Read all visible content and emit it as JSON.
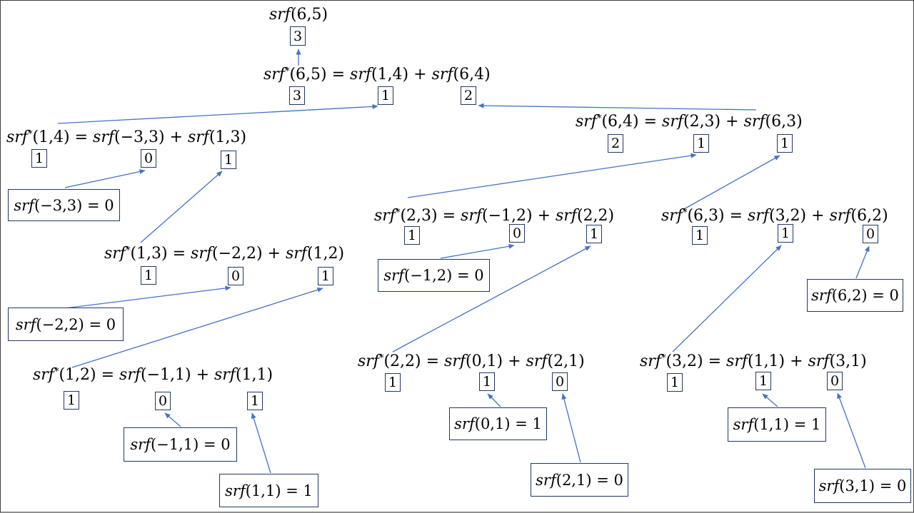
{
  "diagram": {
    "description": "Recursion tree of srf function evaluations",
    "colors": {
      "arrow": "#4472C4",
      "box_border": "#1F3864",
      "background": "#FFFFFF",
      "frame_border": "#3F3F3F"
    }
  },
  "nodes": {
    "root_label": {
      "text": "srf(6,5)",
      "value": "3"
    },
    "eq_6_5": {
      "text": "srf*(6,5) = srf(1,4) + srf(6,4)",
      "v1": "3",
      "v2": "1",
      "v3": "2"
    },
    "eq_1_4": {
      "text": "srf*(1,4) = srf(−3,3) + srf(1,3)",
      "v1": "1",
      "v2": "0",
      "v3": "1"
    },
    "eq_6_4": {
      "text": "srf*(6,4) = srf(2,3) + srf(6,3)",
      "v1": "2",
      "v2": "1",
      "v3": "1"
    },
    "eq_1_3": {
      "text": "srf*(1,3) = srf(−2,2) + srf(1,2)",
      "v1": "1",
      "v2": "0",
      "v3": "1"
    },
    "eq_1_2": {
      "text": "srf*(1,2) = srf(−1,1) + srf(1,1)",
      "v1": "1",
      "v2": "0",
      "v3": "1"
    },
    "eq_2_3": {
      "text": "srf*(2,3) = srf(−1,2) + srf(2,2)",
      "v1": "1",
      "v2": "0",
      "v3": "1"
    },
    "eq_6_3": {
      "text": "srf*(6,3) = srf(3,2) + srf(6,2)",
      "v1": "1",
      "v2": "1",
      "v3": "0"
    },
    "eq_2_2": {
      "text": "srf*(2,2) = srf(0,1) + srf(2,1)",
      "v1": "1",
      "v2": "1",
      "v3": "0"
    },
    "eq_3_2": {
      "text": "srf*(3,2) = srf(1,1) + srf(3,1)",
      "v1": "1",
      "v2": "1",
      "v3": "0"
    },
    "leaf_m3_3": {
      "text": "srf(−3,3) = 0"
    },
    "leaf_m2_2": {
      "text": "srf(−2,2) = 0"
    },
    "leaf_m1_1": {
      "text": "srf(−1,1) = 0"
    },
    "leaf_1_1_left": {
      "text": "srf(1,1) = 1"
    },
    "leaf_m1_2": {
      "text": "srf(−1,2) = 0"
    },
    "leaf_6_2": {
      "text": "srf(6,2) = 0"
    },
    "leaf_0_1": {
      "text": "srf(0,1) = 1"
    },
    "leaf_2_1": {
      "text": "srf(2,1) = 0"
    },
    "leaf_1_1_right": {
      "text": "srf(1,1) = 1"
    },
    "leaf_3_1": {
      "text": "srf(3,1) = 0"
    }
  }
}
